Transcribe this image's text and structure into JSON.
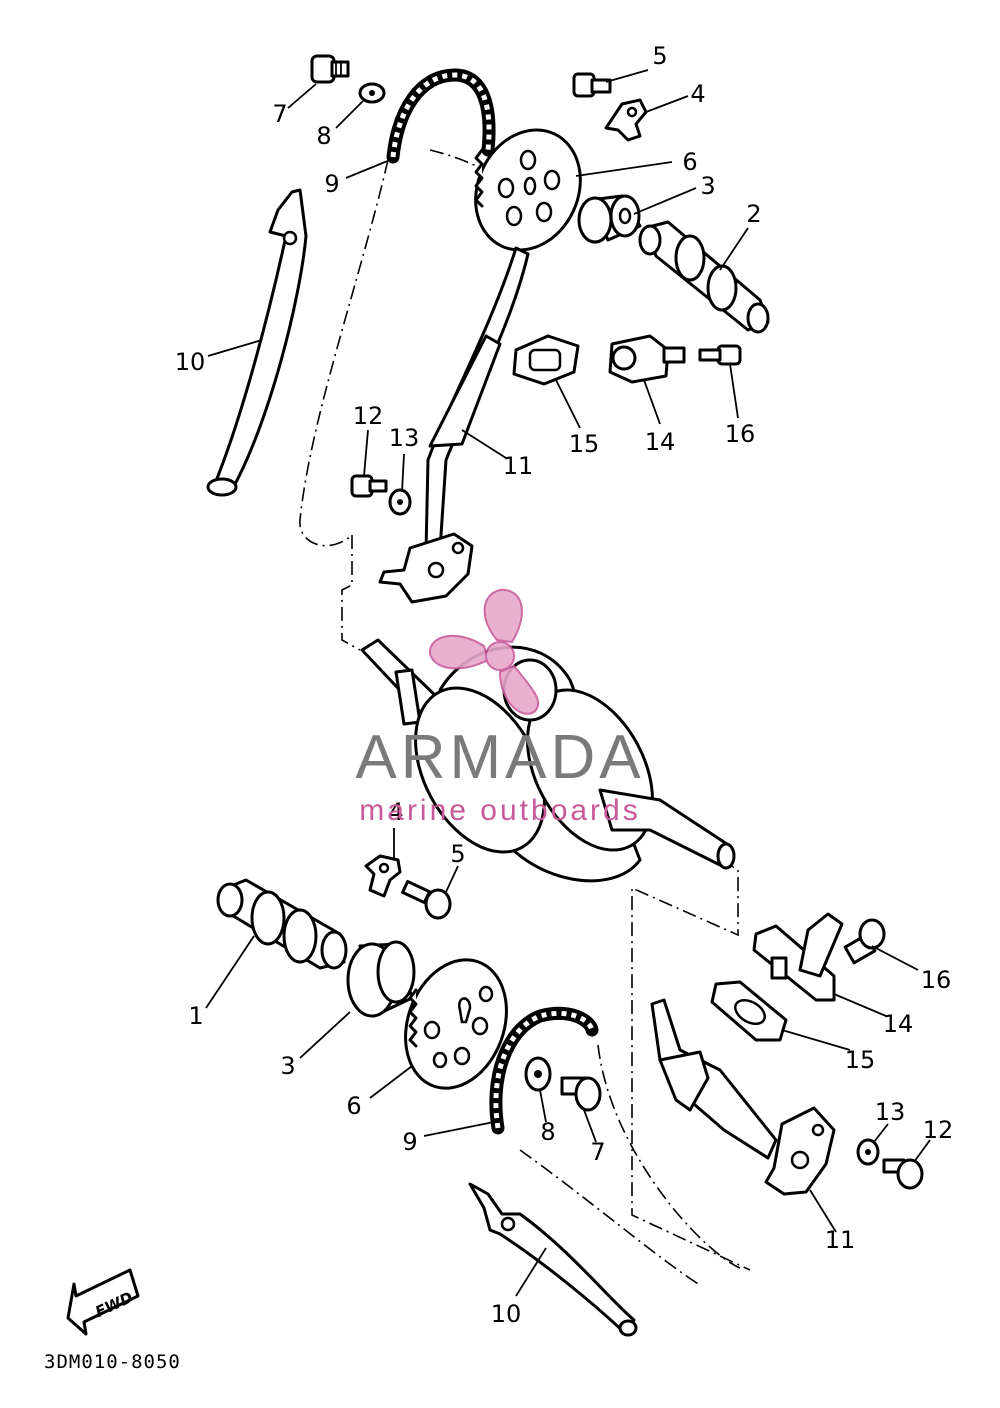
{
  "diagram": {
    "figure_code": "3DM010-8050",
    "fwd_label": "FWD"
  },
  "callouts": {
    "upper": {
      "c5": "5",
      "c4": "4",
      "c7": "7",
      "c8": "8",
      "c6": "6",
      "c9": "9",
      "c3": "3",
      "c2": "2",
      "c10": "10",
      "c12": "12",
      "c13": "13",
      "c11": "11",
      "c15": "15",
      "c14": "14",
      "c16": "16"
    },
    "lower": {
      "c4": "4",
      "c5": "5",
      "c16": "16",
      "c1": "1",
      "c14": "14",
      "c3": "3",
      "c15": "15",
      "c6": "6",
      "c13": "13",
      "c12": "12",
      "c9": "9",
      "c8": "8",
      "c7": "7",
      "c11": "11",
      "c10": "10"
    }
  },
  "watermark": {
    "name": "ARMADA",
    "tagline": "marine outboards",
    "colors": {
      "logo": "#e8a8cc",
      "logo_outline": "#c85a9a",
      "name": "#7a7a7a"
    }
  }
}
